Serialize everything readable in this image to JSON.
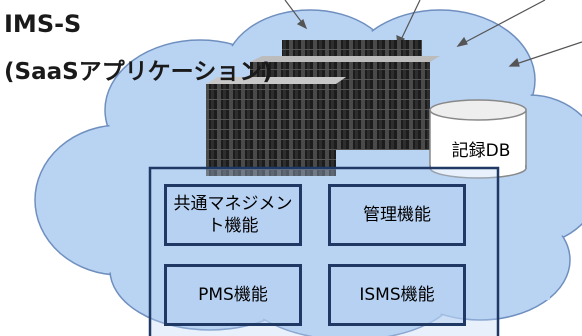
{
  "title": {
    "line1": "IMS-S",
    "line2": "(SaaSアプリケーション)"
  },
  "database": {
    "label": "記録DB"
  },
  "functions": {
    "common": "共通マネジメント機能",
    "management": "管理機能",
    "pms": "PMS機能",
    "isms": "ISMS機能"
  },
  "colors": {
    "cloud_fill": "#b9d3f3",
    "cloud_stroke": "#6f8fbf",
    "box_border": "#1f3864",
    "server_dark": "#222222"
  },
  "icons": [
    "cloud-shape",
    "server-rack-icon",
    "database-icon",
    "pointer-arrow"
  ]
}
